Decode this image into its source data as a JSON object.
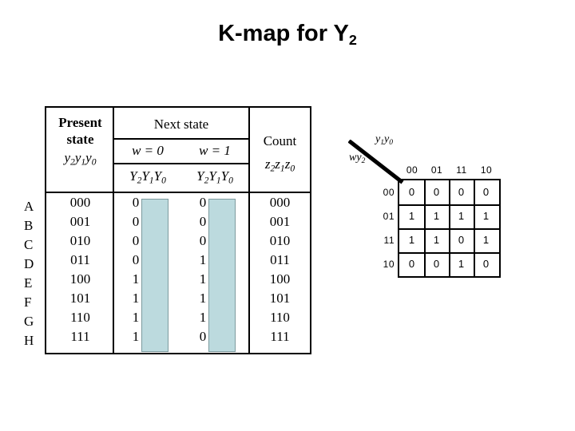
{
  "title": {
    "text": "K-map for Y",
    "subscript": "2"
  },
  "state_table": {
    "headers": {
      "present_line1": "Present",
      "present_line2": "state",
      "present_vars": "y2y1y0",
      "next_state": "Next state",
      "w0": "w = 0",
      "w1": "w = 1",
      "next_vars_w0": "Y2Y1Y0",
      "next_vars_w1": "Y2Y1Y0",
      "count": "Count",
      "count_vars": "z2z1z0"
    },
    "row_letters": [
      "A",
      "B",
      "C",
      "D",
      "E",
      "F",
      "G",
      "H"
    ],
    "rows": [
      {
        "letter": "A",
        "present": "000",
        "next_w0": "0",
        "next_w1": "0",
        "count": "000"
      },
      {
        "letter": "B",
        "present": "001",
        "next_w0": "0",
        "next_w1": "0",
        "count": "001"
      },
      {
        "letter": "C",
        "present": "010",
        "next_w0": "0",
        "next_w1": "0",
        "count": "010"
      },
      {
        "letter": "D",
        "present": "011",
        "next_w0": "0",
        "next_w1": "1",
        "count": "011"
      },
      {
        "letter": "E",
        "present": "100",
        "next_w0": "1",
        "next_w1": "1",
        "count": "100"
      },
      {
        "letter": "F",
        "present": "101",
        "next_w0": "1",
        "next_w1": "1",
        "count": "101"
      },
      {
        "letter": "G",
        "present": "110",
        "next_w0": "1",
        "next_w1": "1",
        "count": "110"
      },
      {
        "letter": "H",
        "present": "111",
        "next_w0": "1",
        "next_w1": "0",
        "count": "111"
      }
    ],
    "highlight_color": "#bcdade"
  },
  "kmap": {
    "row_axis_label": "wy2",
    "col_axis_label": "y1y0",
    "col_labels": [
      "00",
      "01",
      "11",
      "10"
    ],
    "row_labels": [
      "00",
      "01",
      "11",
      "10"
    ],
    "cells": [
      [
        "0",
        "0",
        "0",
        "0"
      ],
      [
        "1",
        "1",
        "1",
        "1"
      ],
      [
        "1",
        "1",
        "0",
        "1"
      ],
      [
        "0",
        "0",
        "1",
        "0"
      ]
    ]
  },
  "chart_data": {
    "type": "table",
    "title": "K-map for Y2",
    "categories": [
      "00",
      "01",
      "11",
      "10"
    ],
    "series": [
      {
        "name": "wy2=00",
        "values": [
          0,
          0,
          0,
          0
        ]
      },
      {
        "name": "wy2=01",
        "values": [
          1,
          1,
          1,
          1
        ]
      },
      {
        "name": "wy2=11",
        "values": [
          1,
          1,
          0,
          1
        ]
      },
      {
        "name": "wy2=10",
        "values": [
          0,
          0,
          1,
          0
        ]
      }
    ],
    "xlabel": "y1y0",
    "ylabel": "wy2"
  }
}
